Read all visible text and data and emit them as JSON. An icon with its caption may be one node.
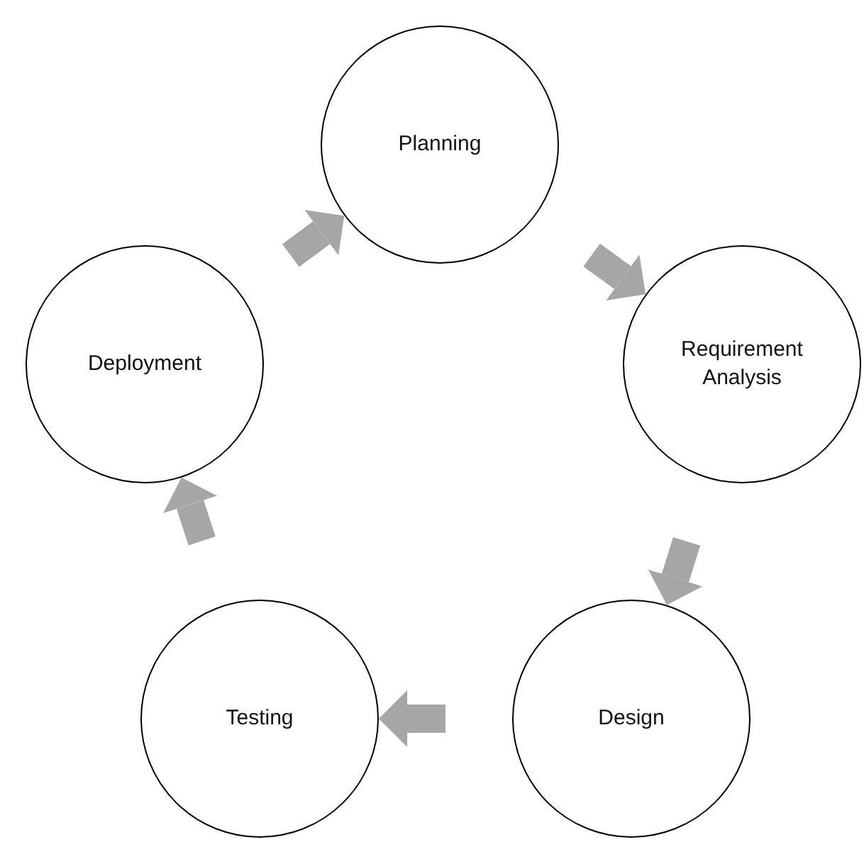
{
  "diagram": {
    "nodes": [
      {
        "text": [
          "Planning"
        ]
      },
      {
        "text": [
          "Requirement Analysis"
        ]
      },
      {
        "text": [
          "Design"
        ]
      },
      {
        "text": [
          "Testing"
        ]
      },
      {
        "text": [
          "Deployment"
        ]
      }
    ],
    "edges": [
      {
        "from": 0,
        "to": 1,
        "arrow": "to"
      },
      {
        "from": 1,
        "to": 2,
        "arrow": "to"
      },
      {
        "from": 2,
        "to": 3,
        "arrow": "to"
      },
      {
        "from": 3,
        "to": 4,
        "arrow": "to"
      },
      {
        "from": 4,
        "to": 0,
        "arrow": "to"
      }
    ]
  }
}
